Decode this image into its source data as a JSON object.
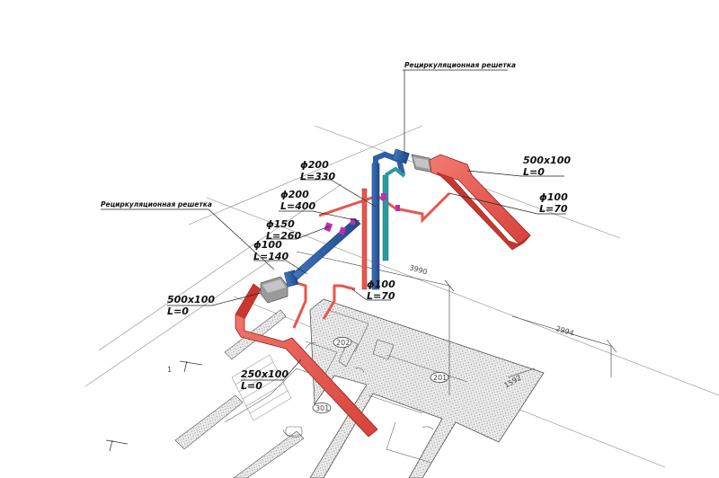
{
  "labels": {
    "grille_top": "Рециркуляционная решетка",
    "grille_left": "Рециркуляционная решетка",
    "duct_top_right": {
      "size": "500x100",
      "length": "L=0"
    },
    "duct_top_pipe": {
      "size": "ϕ100",
      "length": "L=70"
    },
    "d200_a": {
      "size": "ϕ200",
      "length": "L=330"
    },
    "d200_b": {
      "size": "ϕ200",
      "length": "L=400"
    },
    "d150": {
      "size": "ϕ150",
      "length": "L=260"
    },
    "d100_left": {
      "size": "ϕ100",
      "length": "L=140"
    },
    "d100_mid": {
      "size": "ϕ100",
      "length": "L=70"
    },
    "duct_left": {
      "size": "500x100",
      "length": "L=0"
    },
    "duct_bottom": {
      "size": "250x100",
      "length": "L=0"
    }
  },
  "plan": {
    "rooms": [
      "202",
      "201",
      "301"
    ],
    "dims": [
      "3990",
      "2994",
      "1592"
    ],
    "marks": [
      "1"
    ]
  },
  "colors": {
    "supply_red": "#e8564c",
    "supply_red_dark": "#b8302b",
    "exhaust_blue": "#2f5fa8",
    "teal": "#2a9aa0",
    "grille_gray": "#8a8a8a",
    "magenta": "#c02db0",
    "wall_hatch": "#bdbdbd"
  }
}
